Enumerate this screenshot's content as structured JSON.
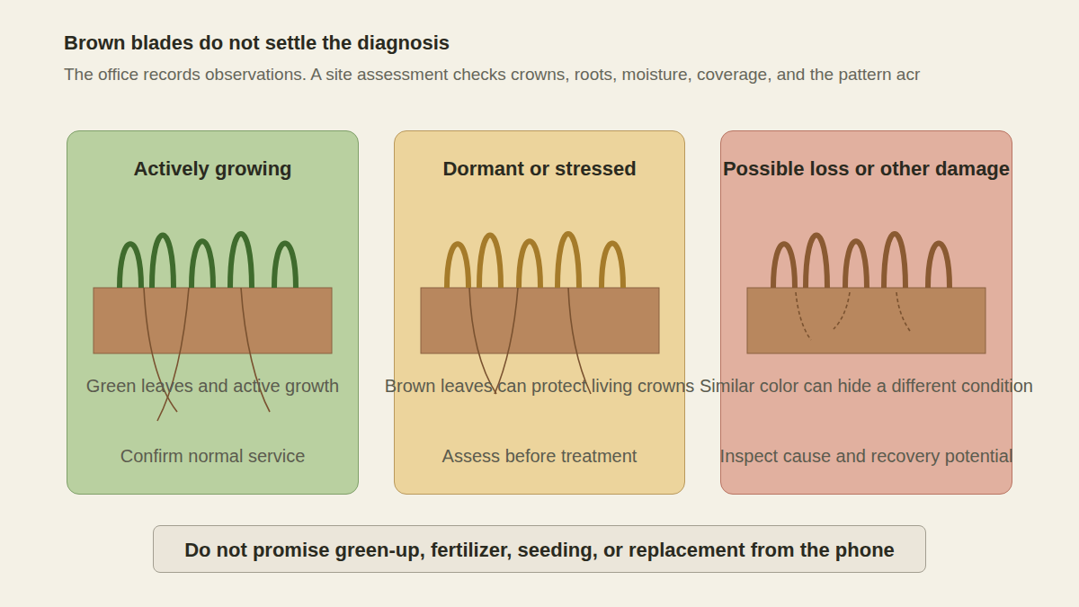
{
  "diagram": {
    "title": "Brown blades do not settle the diagnosis",
    "caption": "The office records observations. A site assessment checks crowns, roots, moisture, coverage, and the pattern acr",
    "nodes": [
      {
        "text": [
          "Actively growing",
          "Green leaves and active growth",
          "Confirm normal service"
        ]
      },
      {
        "text": [
          "Dormant or stressed",
          "Brown leaves can protect living crowns",
          "Assess before treatment"
        ]
      },
      {
        "text": [
          "Possible loss or other damage",
          "Similar color can hide a different condition",
          "Inspect cause and recovery potential"
        ]
      },
      {
        "text": [
          "Do not promise green-up, fertilizer, seeding, or replacement from the phone"
        ]
      }
    ]
  }
}
